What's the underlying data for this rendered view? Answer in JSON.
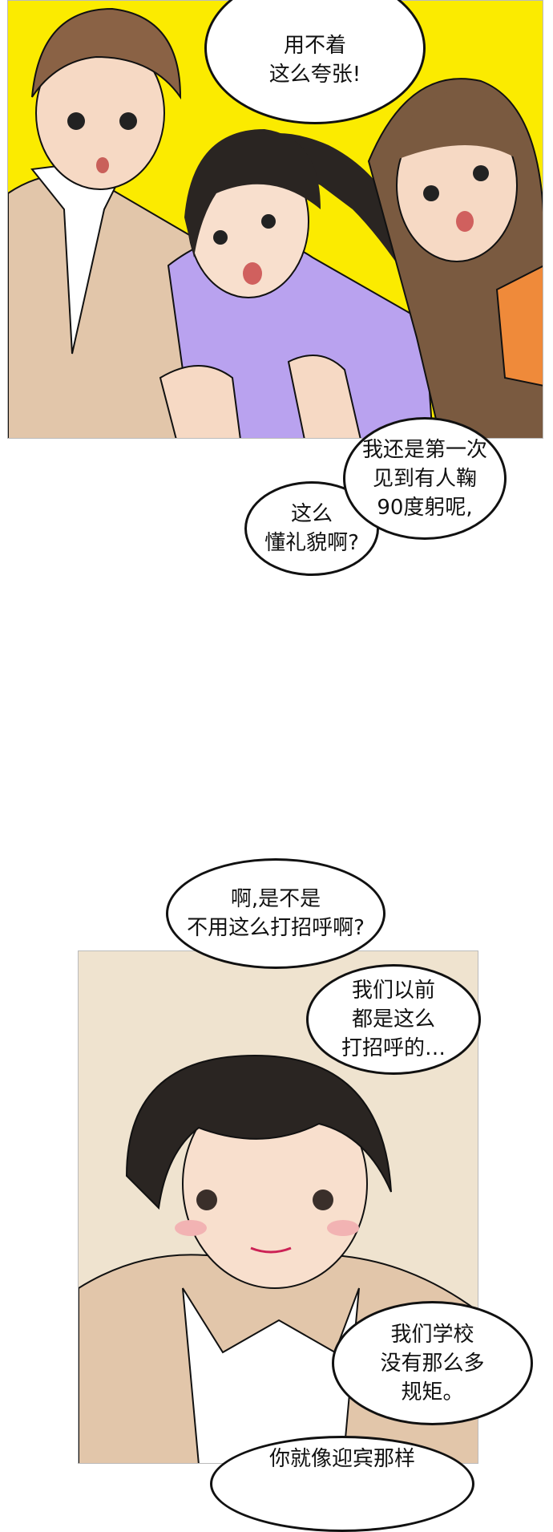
{
  "colors": {
    "panel1_bg": "#fbeb00",
    "panel2_bg": "#efe3cf",
    "sweater_purple": "#b9a2ef",
    "jacket_beige": "#e2c6aa",
    "hair_dark": "#2a2522",
    "hair_brown": "#7a5a40"
  },
  "panel1": {
    "bubble_top": {
      "lines": [
        "用不着",
        "这么夸张!"
      ]
    },
    "bubble_first_time": {
      "lines": [
        "我还是第一次",
        "见到有人鞠",
        "90度躬呢,"
      ]
    },
    "bubble_polite": {
      "lines": [
        "这么",
        "懂礼貌啊?"
      ]
    }
  },
  "panel2": {
    "bubble_greeting": {
      "lines": [
        "啊,是不是",
        "不用这么打招呼啊?"
      ]
    },
    "bubble_used_to": {
      "lines": [
        "我们以前",
        "都是这么",
        "打招呼的…"
      ]
    },
    "bubble_school": {
      "lines": [
        "我们学校",
        "没有那么多",
        "规矩。"
      ]
    },
    "bubble_cutoff": {
      "lines": [
        "你就像迎宾那样"
      ]
    }
  }
}
